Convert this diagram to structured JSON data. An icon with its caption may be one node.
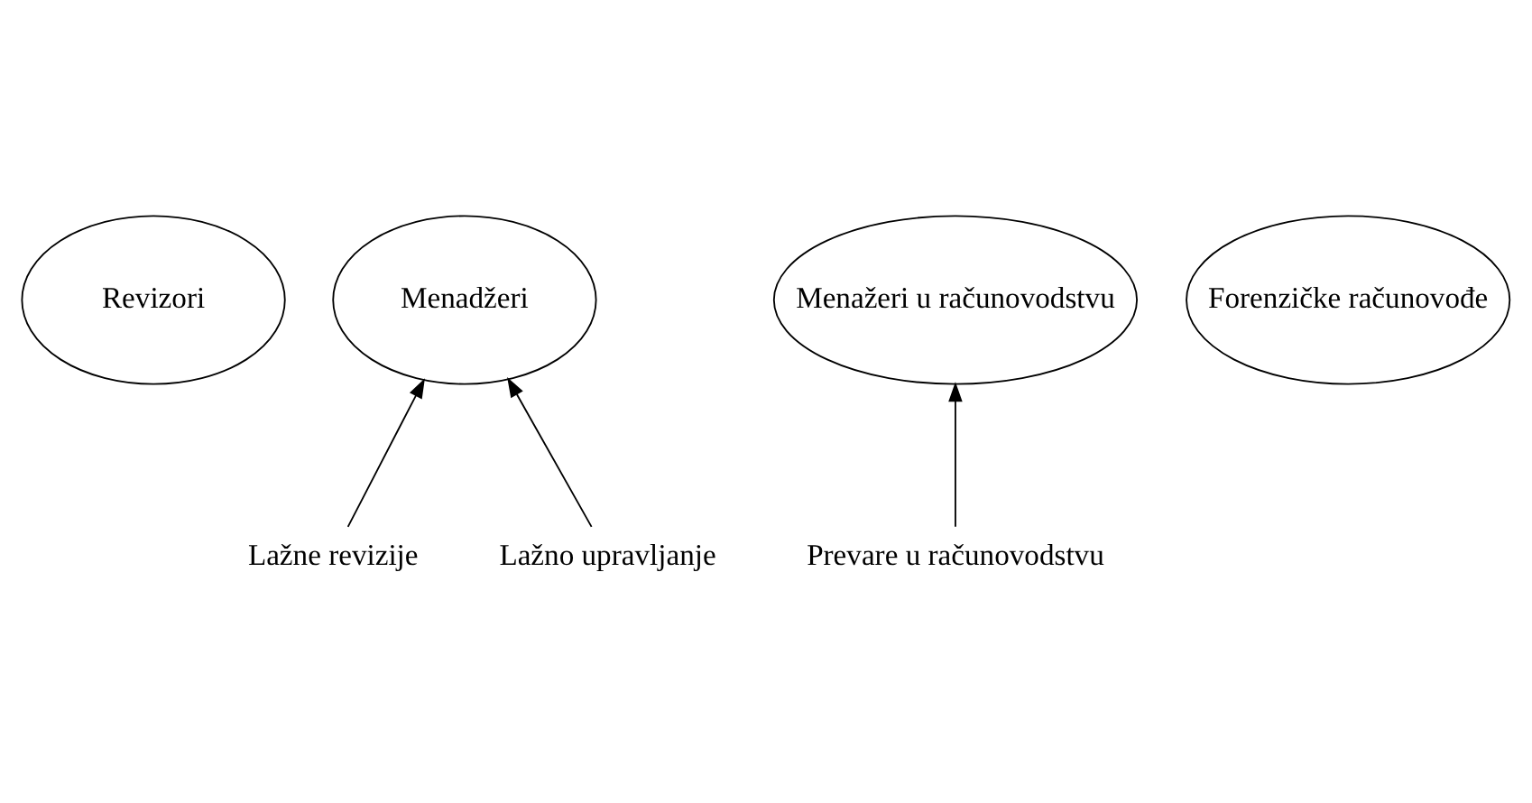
{
  "diagram": {
    "nodes": [
      {
        "text": [
          "Revizori"
        ]
      },
      {
        "text": [
          "Menadžeri"
        ]
      },
      {
        "text": [
          "Menažeri u računovodstvu"
        ]
      },
      {
        "text": [
          "Forenzičke računovođe"
        ]
      },
      {
        "text": [
          "Lažne revizije"
        ]
      },
      {
        "text": [
          "Lažno upravljanje"
        ]
      },
      {
        "text": [
          "Prevare u računovodstvu"
        ]
      }
    ],
    "edges": [
      {
        "from": 4,
        "to": 1,
        "arrow": "to"
      },
      {
        "from": 5,
        "to": 1,
        "arrow": "to"
      },
      {
        "from": 6,
        "to": 2,
        "arrow": "to"
      }
    ]
  }
}
